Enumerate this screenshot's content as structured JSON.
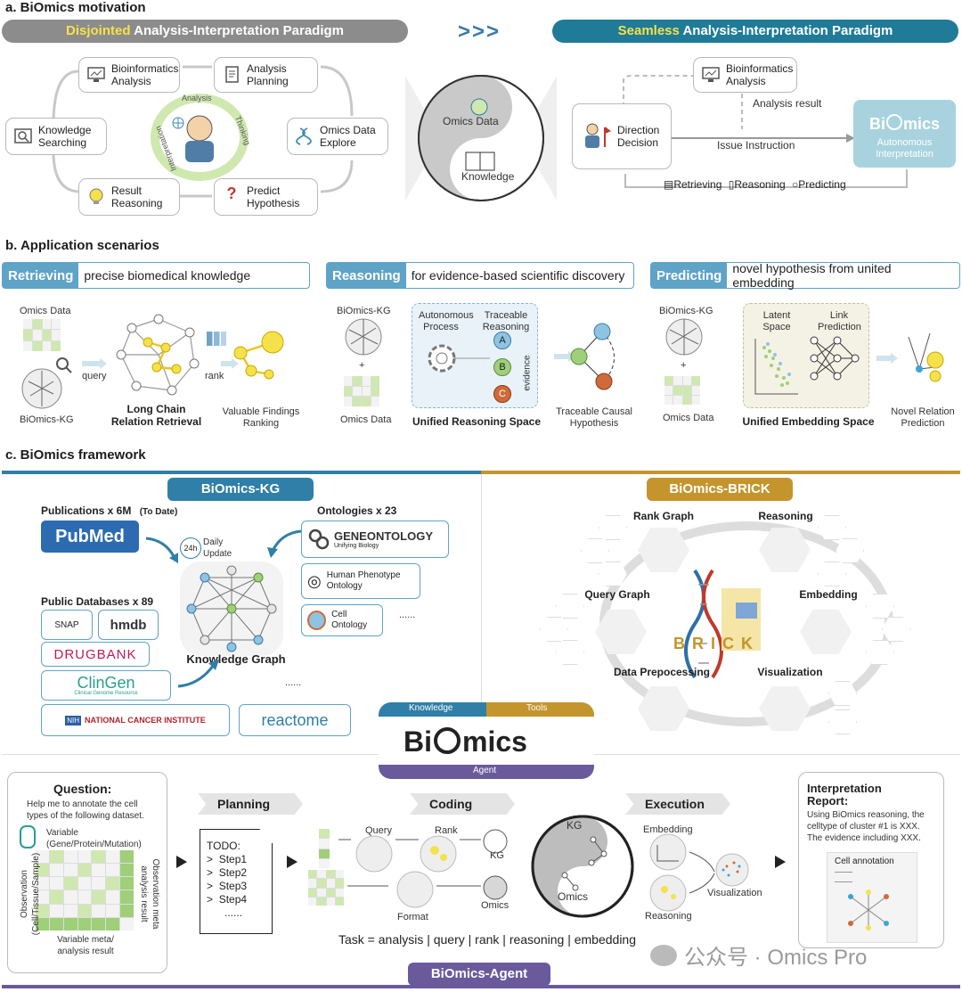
{
  "section_a": {
    "title": "a. BiOmics motivation",
    "left_banner": {
      "highlight": "Disjointed",
      "rest": " Analysis-Interpretation Paradigm"
    },
    "arrows": ">>>",
    "right_banner": {
      "highlight": "Seamless",
      "rest": " Analysis-Interpretation Paradigm"
    },
    "cycle": {
      "bioinfo": "Bioinformatics Analysis",
      "planning": "Analysis Planning",
      "knowledge": "Knowledge Searching",
      "omics_explore": "Omics Data Explore",
      "result": "Result Reasoning",
      "predict": "Predict Hypothesis",
      "ring_analysis": "Analysis",
      "ring_thinking": "Thinking",
      "ring_interpretation": "Interpretation"
    },
    "yinyang": {
      "top": "Omics Data",
      "bottom": "Knowledge"
    },
    "seamless": {
      "bioinfo": "Bioinformatics Analysis",
      "analysis_result": "Analysis result",
      "direction": "Direction Decision",
      "issue": "Issue Instruction",
      "biomics_a": "Bi",
      "biomics_b": "mics",
      "autonomous": "Autonomous Interpretation",
      "retrieving": "Retrieving",
      "reasoning": "Reasoning",
      "predicting": "Predicting"
    }
  },
  "section_b": {
    "title": "b. Application scenarios",
    "retrieving": {
      "tag": "Retrieving",
      "desc": "precise biomedical knowledge",
      "omics": "Omics Data",
      "kg": "BiOmics-KG",
      "query": "query",
      "rank": "rank",
      "long_chain": "Long Chain Relation Retrieval",
      "findings": "Valuable Findings Ranking"
    },
    "reasoning": {
      "tag": "Reasoning",
      "desc": "for evidence-based scientific discovery",
      "kg": "BiOmics-KG",
      "plus": "+",
      "omics": "Omics Data",
      "autonomous": "Autonomous Process",
      "traceable": "Traceable Reasoning",
      "evidence": "evidence",
      "space": "Unified Reasoning Space",
      "causal": "Traceable Causal Hypothesis",
      "nodes": [
        "A",
        "B",
        "C"
      ]
    },
    "predicting": {
      "tag": "Predicting",
      "desc": "novel hypothesis from united embedding",
      "kg": "BiOmics-KG",
      "plus": "+",
      "omics": "Omics Data",
      "latent": "Latent Space",
      "link": "Link Prediction",
      "space": "Unified Embedding Space",
      "novel": "Novel Relation Prediction"
    }
  },
  "section_c": {
    "title": "c. BiOmics framework",
    "kg_header": "BiOmics-KG",
    "brick_header": "BiOmics-BRICK",
    "publications": "Publications x 6M",
    "to_date": "(To Date)",
    "pubmed": "PubMed",
    "daily": "Daily Update",
    "h24": "24h",
    "ontologies": "Ontologies x 23",
    "geneontology": "GENEONTOLOGY",
    "gene_sub": "Unifying Biology",
    "hpo": "Human Phenotype Ontology",
    "cell_onto": "Cell Ontology",
    "ellipsis": "......",
    "public_db": "Public Databases x 89",
    "snap": "SNAP",
    "hmdb": "hmdb",
    "drugbank": "DRUGBANK",
    "clingen": "ClinGen",
    "clingen_sub": "Clinical Genome Resource",
    "nci": "NATIONAL CANCER INSTITUTE",
    "nih": "NIH",
    "reactome": "reactome",
    "kg_label": "Knowledge Graph",
    "brick": {
      "rank": "Rank Graph",
      "reasoning": "Reasoning",
      "query": "Query Graph",
      "embedding": "Embedding",
      "prepro": "Data Prepocessing",
      "vis": "Visualization",
      "word": "BRICK"
    },
    "logo": {
      "knowledge": "Knowledge",
      "tools": "Tools",
      "agent": "Agent",
      "bi": "Bi",
      "mics": "mics"
    },
    "agent_header": "BiOmics-Agent",
    "question": {
      "title": "Question:",
      "text": "Help me to annotate the cell types of the following dataset.",
      "variable": "Variable (Gene/Protein/Mutation)",
      "observation": "Observation (Cell/Tissue/Sample)",
      "obs_meta": "Observation meta analysis result",
      "var_meta": "Variable meta/ analysis result"
    },
    "planning": "Planning",
    "coding": "Coding",
    "execution": "Execution",
    "todo": {
      "title": "TODO:",
      "steps": [
        "Step1",
        "Step2",
        "Step3",
        "Step4"
      ],
      "more": "......"
    },
    "coding_items": {
      "query": "Query",
      "rank": "Rank",
      "kg": "KG",
      "format": "Format",
      "omics": "Omics"
    },
    "yinyang": {
      "kg": "KG",
      "omics": "Omics"
    },
    "exec_items": {
      "embedding": "Embedding",
      "reasoning": "Reasoning",
      "vis": "Visualization"
    },
    "task": "Task = analysis | query | rank | reasoning | embedding",
    "report": {
      "title": "Interpretation Report:",
      "text": "Using BiOmics reasoning, the celltype of cluster #1 is XXX. The evidence including XXX.",
      "card": "Cell annotation"
    },
    "watermark": "公众号 · Omics Pro"
  }
}
